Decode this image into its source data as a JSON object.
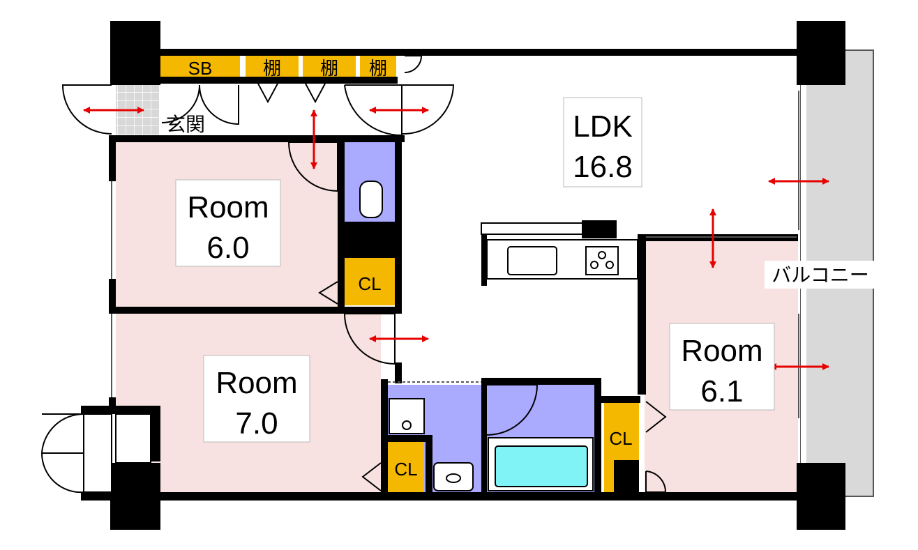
{
  "rooms": {
    "ldk": {
      "name": "LDK",
      "size": "16.8"
    },
    "room_a": {
      "name": "Room",
      "size": "6.0"
    },
    "room_b": {
      "name": "Room",
      "size": "7.0"
    },
    "room_c": {
      "name": "Room",
      "size": "6.1"
    }
  },
  "labels": {
    "shoe_box": "SB",
    "shelf": "棚",
    "entrance": "玄関",
    "closet": "CL",
    "balcony": "バルコニー"
  },
  "colors": {
    "bedroom": "#f7e1e1",
    "wet_area": "#aaaaff",
    "storage": "#f5b800",
    "bathtub": "#7ff3f5",
    "balcony": "#d9d9d9",
    "arrow": "#e60000",
    "entrance_tile": "#d8d8d8"
  }
}
